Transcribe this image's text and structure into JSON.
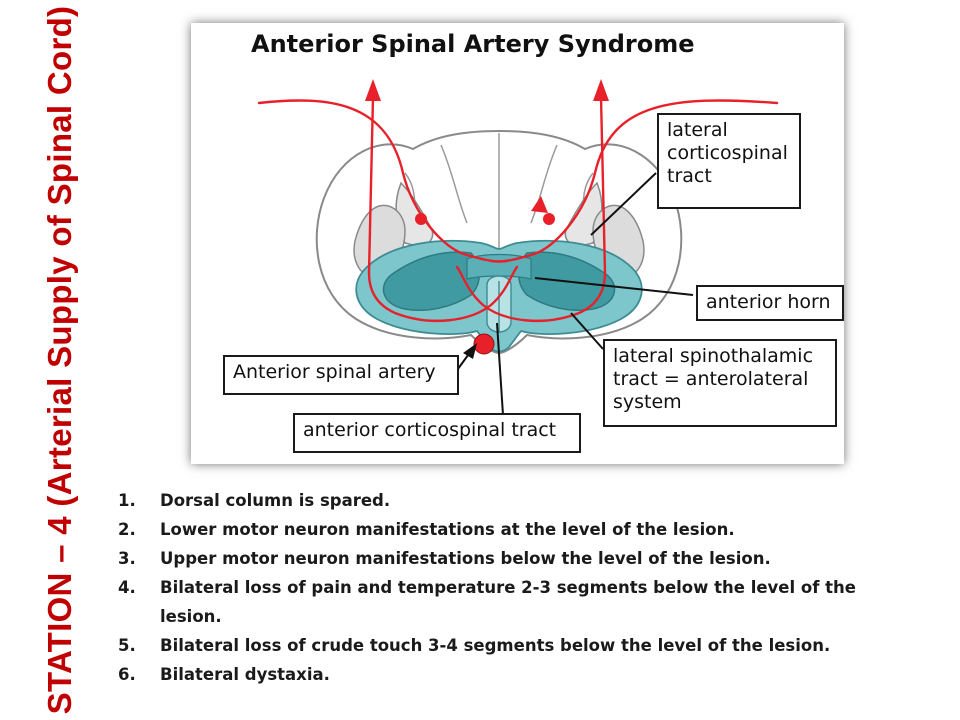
{
  "side_title": {
    "text": "STATION – 4 (Arterial Supply of Spinal Cord)"
  },
  "diagram": {
    "title": "Anterior Spinal Artery Syndrome",
    "labels": {
      "lateral_corticospinal": [
        "lateral",
        "corticospinal",
        "tract"
      ],
      "anterior_horn": "anterior horn",
      "lateral_spinothalamic": [
        "lateral spinothalamic",
        "tract = anterolateral",
        "system"
      ],
      "anterior_spinal_artery": "Anterior spinal artery",
      "anterior_corticospinal": "anterior corticospinal tract"
    }
  },
  "findings": [
    {
      "num": "1.",
      "text": "Dorsal column is spared."
    },
    {
      "num": "2.",
      "text": "Lower motor neuron manifestations at the level of the lesion."
    },
    {
      "num": "3.",
      "text": "Upper motor neuron manifestations below the level of the lesion."
    },
    {
      "num": "4.",
      "text": "Bilateral loss of pain and temperature 2-3 segments below the level of the lesion."
    },
    {
      "num": "5.",
      "text": "Bilateral loss of crude touch 3-4 segments below the level of the lesion."
    },
    {
      "num": "6.",
      "text": "Bilateral dystaxia."
    }
  ],
  "colors": {
    "accent_red": "#c00000",
    "infarct_teal": "#7cc6cc",
    "horn_teal": "#3f9aa2",
    "tract_red": "#e8202a"
  }
}
